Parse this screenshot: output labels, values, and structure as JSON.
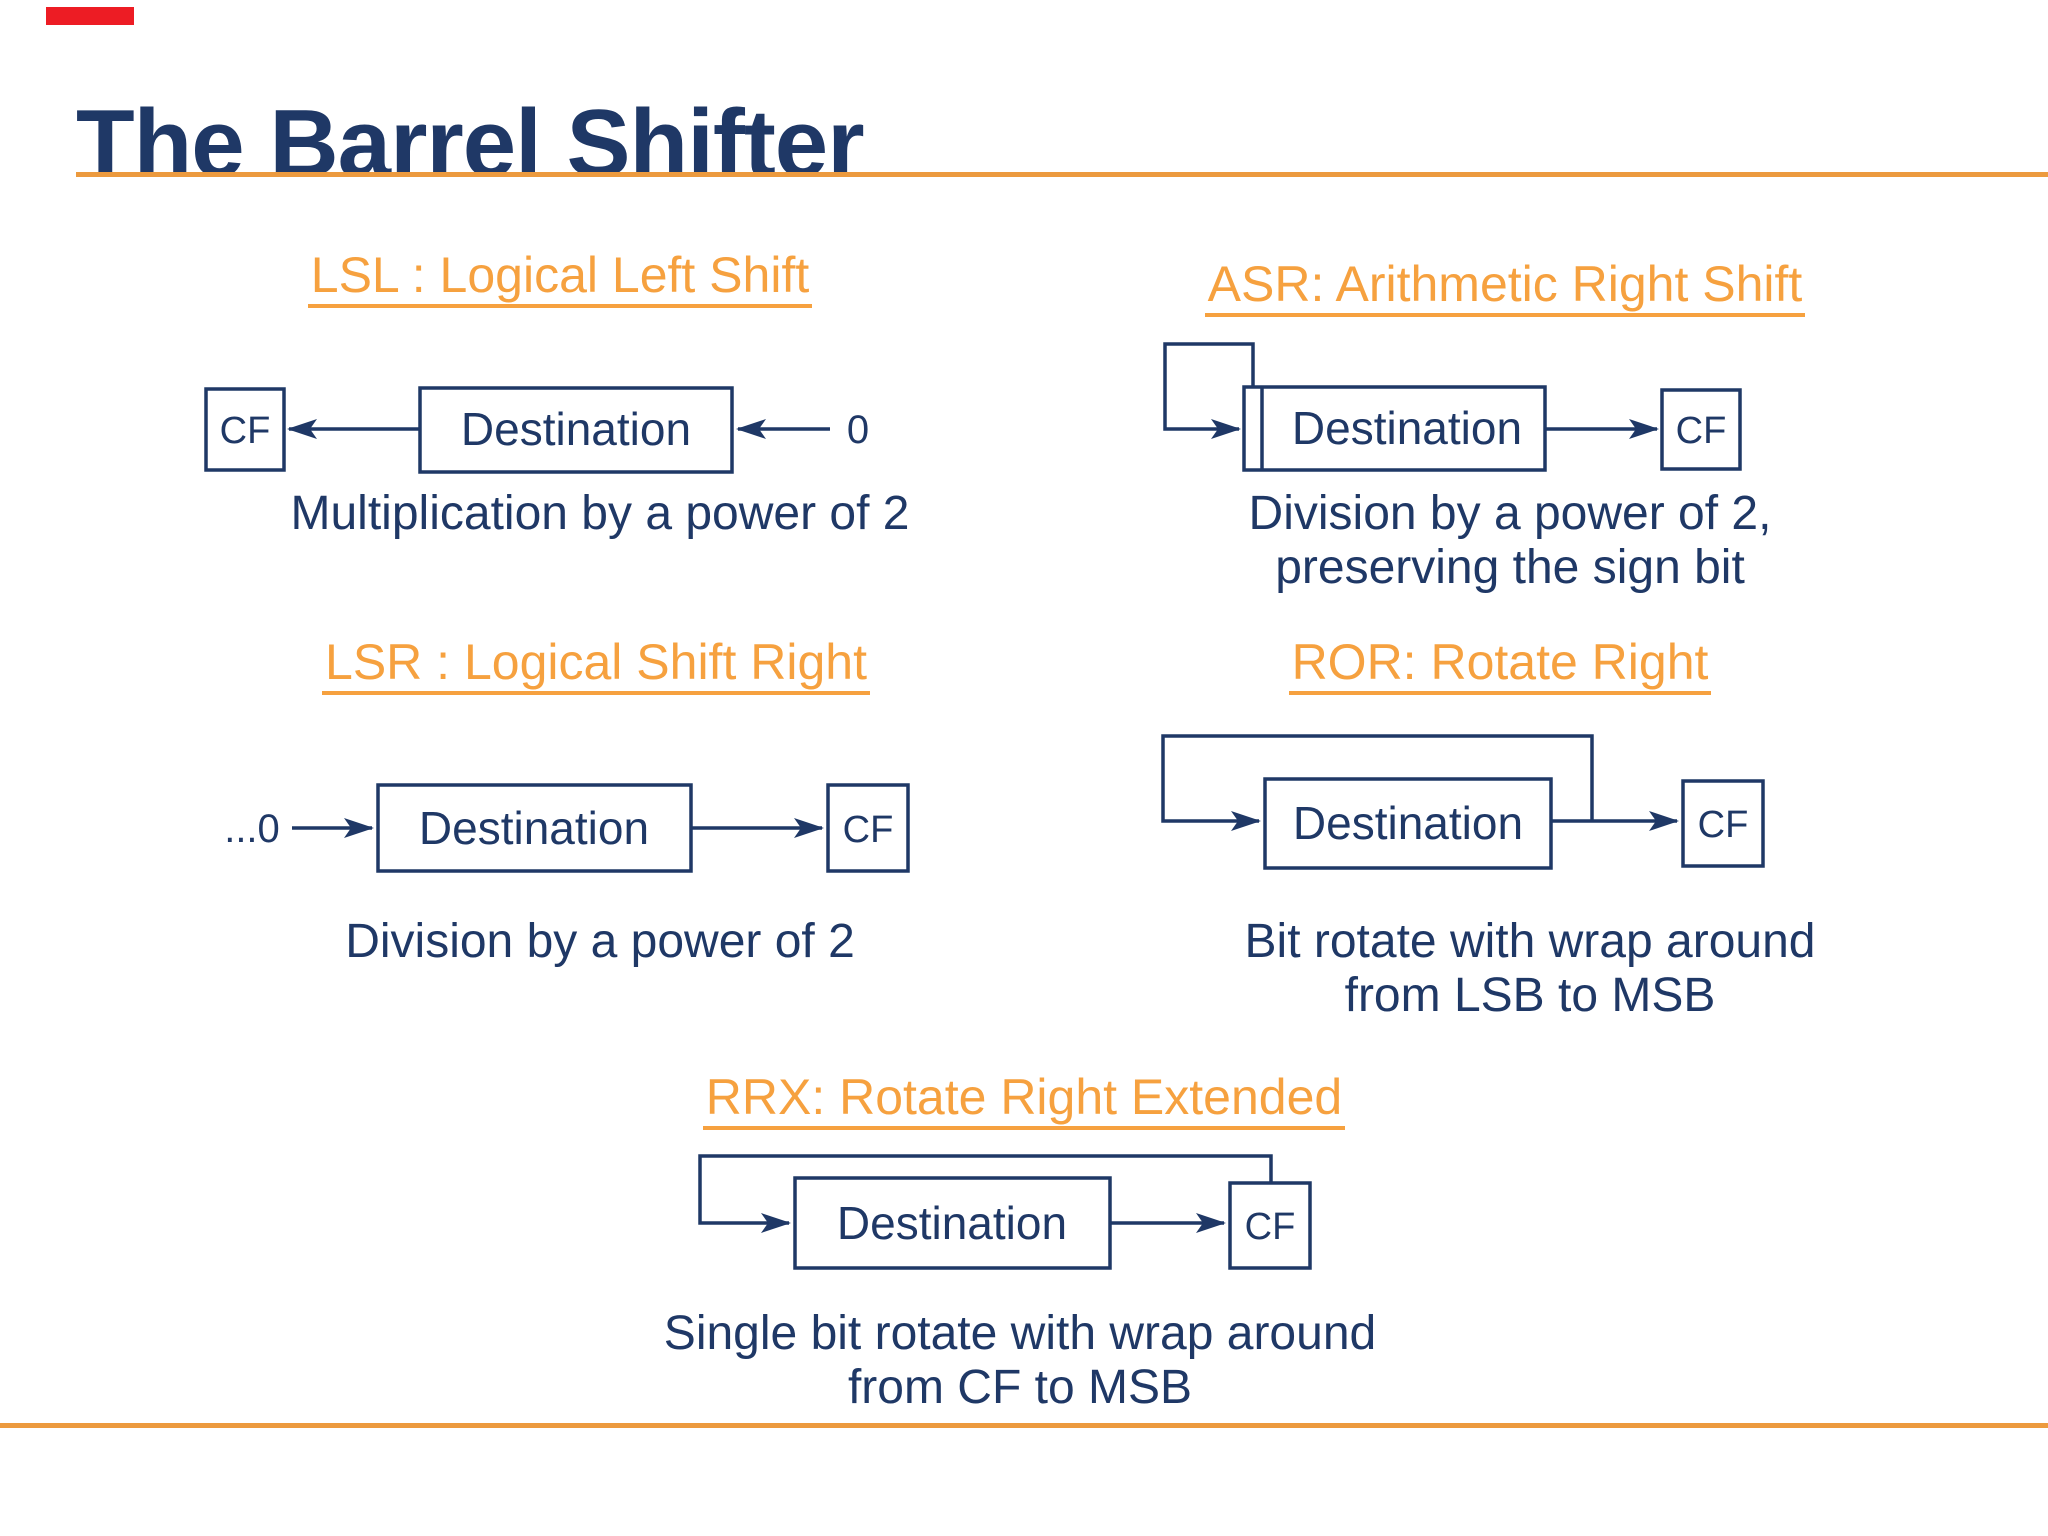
{
  "slide": {
    "title": "The Barrel Shifter",
    "colors": {
      "navy": "#1F3866",
      "orange": "#F6A13F",
      "orange_rule": "#EC9A3E",
      "red_marker": "#ED1C24",
      "background": "#FFFFFF"
    },
    "sections": {
      "lsl": {
        "heading": "LSL : Logical Left Shift",
        "caption_lines": [
          "Multiplication by a power of 2"
        ],
        "labels": {
          "destination": "Destination",
          "cf": "CF",
          "input": "0"
        }
      },
      "asr": {
        "heading": "ASR: Arithmetic Right Shift",
        "caption_lines": [
          "Division by a power of 2,",
          "preserving the sign bit"
        ],
        "labels": {
          "destination": "Destination",
          "cf": "CF"
        }
      },
      "lsr": {
        "heading": "LSR : Logical Shift Right",
        "caption_lines": [
          "Division by a power of 2"
        ],
        "labels": {
          "destination": "Destination",
          "cf": "CF",
          "input": "...0"
        }
      },
      "ror": {
        "heading": "ROR: Rotate Right",
        "caption_lines": [
          "Bit rotate with wrap around",
          "from LSB to MSB"
        ],
        "labels": {
          "destination": "Destination",
          "cf": "CF"
        }
      },
      "rrx": {
        "heading": "RRX: Rotate Right Extended",
        "caption_lines": [
          "Single bit rotate with wrap around",
          "from CF to MSB"
        ],
        "labels": {
          "destination": "Destination",
          "cf": "CF"
        }
      }
    }
  }
}
